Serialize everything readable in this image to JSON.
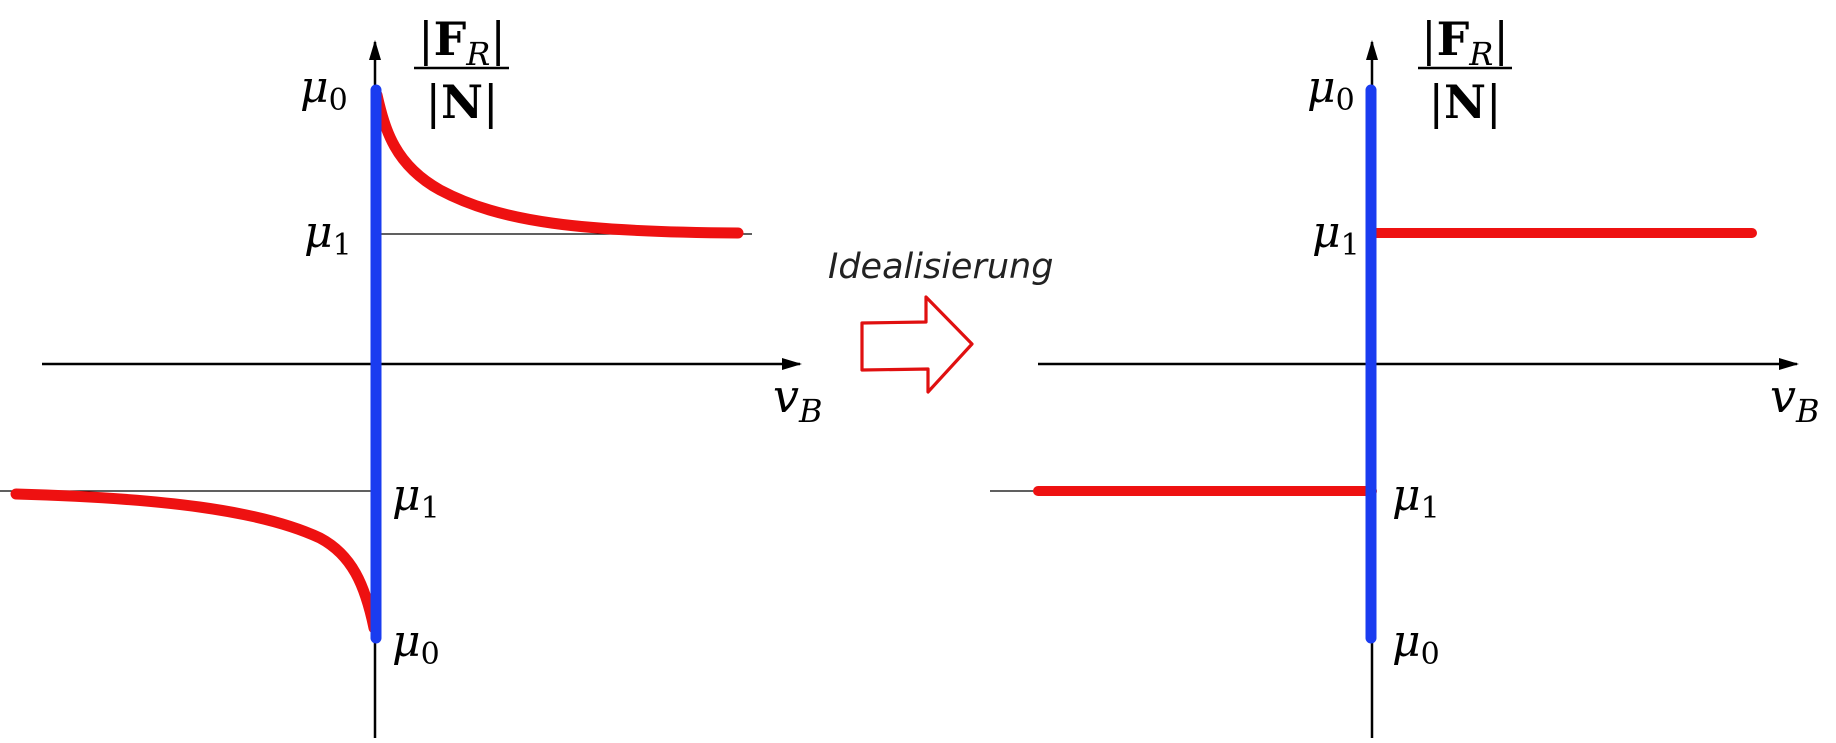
{
  "arrow_label": "Idealisierung",
  "colors": {
    "axis": "#000000",
    "static_friction": "#1a3cf0",
    "kinetic_friction": "#ee1111",
    "arrow_outline": "#e01010"
  },
  "left_panel": {
    "y_label": {
      "numerator_prefix": "|",
      "numerator_bold": "F",
      "numerator_sub": "R",
      "numerator_suffix": "|",
      "denominator_prefix": "|",
      "denominator_bold": "N",
      "denominator_suffix": "|"
    },
    "x_label": {
      "base": "v",
      "sub": "B"
    },
    "mu0_top": {
      "base": "μ",
      "sub": "0"
    },
    "mu1_top": {
      "base": "μ",
      "sub": "1"
    },
    "mu1_bottom": {
      "base": "μ",
      "sub": "1"
    },
    "mu0_bottom": {
      "base": "μ",
      "sub": "0"
    }
  },
  "right_panel": {
    "y_label": {
      "numerator_prefix": "|",
      "numerator_bold": "F",
      "numerator_sub": "R",
      "numerator_suffix": "|",
      "denominator_prefix": "|",
      "denominator_bold": "N",
      "denominator_suffix": "|"
    },
    "x_label": {
      "base": "v",
      "sub": "B"
    },
    "mu0_top": {
      "base": "μ",
      "sub": "0"
    },
    "mu1_top": {
      "base": "μ",
      "sub": "1"
    },
    "mu1_bottom": {
      "base": "μ",
      "sub": "1"
    },
    "mu0_bottom": {
      "base": "μ",
      "sub": "0"
    }
  }
}
